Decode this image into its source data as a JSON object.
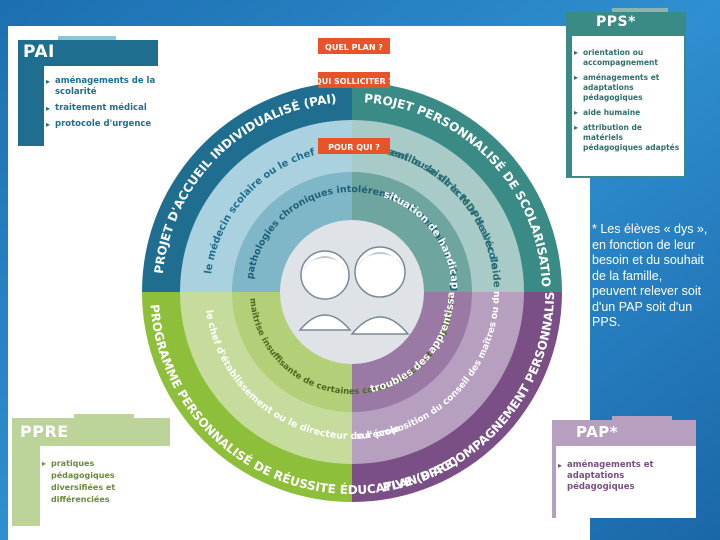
{
  "colors": {
    "background": "#2f86c6",
    "pai": "#1f6e8f",
    "pps": "#3a8a86",
    "ppre": "#8dbf3a",
    "pap": "#7a4f86",
    "orange": "#e8542a",
    "ppre_card_bg": "#bcd39a",
    "pps_card_bg": "#8cb5b0",
    "pai_card_bg": "#8ec3d8"
  },
  "pai_card": {
    "title": "PAI",
    "items": [
      "aménagements de la scolarité",
      "traitement médical",
      "protocole d'urgence"
    ]
  },
  "pps_card": {
    "title": "PPS*",
    "items": [
      "orientation ou accompagnement",
      "aménagements et adaptations pédagogiques",
      "aide humaine",
      "attribution de matériels pédagogiques adaptés"
    ]
  },
  "ppre_card": {
    "title": "PPRE",
    "items": [
      "pratiques pédagogiques diversifiées et différenciées"
    ]
  },
  "pap_card": {
    "title": "PAP*",
    "items": [
      "aménagements et adaptations pédagogiques"
    ]
  },
  "questions": {
    "plan": "QUEL PLAN ?",
    "solliciter": "QUI SOLLICITER ?",
    "pour_qui": "POUR QUI ?"
  },
  "ring_labels": {
    "pai": "PROJET D'ACCUEIL INDIVIDUALISÉ (PAI)",
    "pps": "PROJET PERSONNALISÉ DE SCOLARISATION (PPS)*",
    "pap": "PLAN D'ACCOMPAGNEMENT PERSONNALISÉ (PAP)*",
    "ppre": "PROGRAMME PERSONNALISÉ DE RÉUSSITE ÉDUCATIVE (PPRE)"
  },
  "solliciter": {
    "pai": "le médecin scolaire ou le chef d'établissement ou le directeur de l'école",
    "pps": "la famille saisit la MDPH avec l'aide éventuelle de l'enseignant référent",
    "pap": "sur proposition du conseil des maîtres ou du conseil de classe ou à la demande de la famille",
    "ppre": "le chef d'établissement ou le directeur de l'école"
  },
  "pour_qui": {
    "pai": "pathologies chroniques intolérences alimentaires allergies",
    "pps": "situation de handicap",
    "pap": "troubles des apprentissages",
    "ppre": "maîtrise insuffisante de certaines connaissances et compétences"
  },
  "note": "* Les élèves « dys », en fonction de leur besoin et du souhait de la famille, peuvent relever soit d'un PAP soit d'un PPS."
}
